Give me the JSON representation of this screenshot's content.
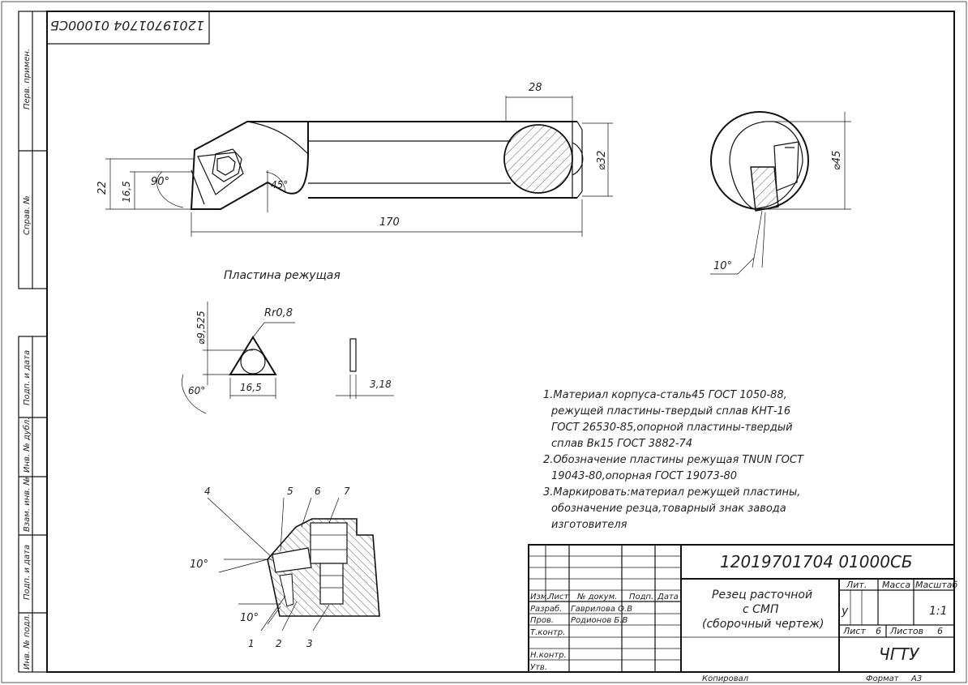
{
  "doc_code_rotated": "12019701704 01000СБ",
  "side_labels": {
    "perv_primen": "Перв. примен.",
    "sprav": "Справ. №",
    "podp_data_1": "Подп. и дата",
    "inv_dubl": "Инв. № дубл.",
    "vzam_inv": "Взам. инв. №",
    "podp_data_2": "Подп. и дата",
    "inv_podl": "Инв. № подл."
  },
  "main_view": {
    "dim_28": "28",
    "dim_d32": "⌀32",
    "dim_170": "170",
    "dim_22": "22",
    "dim_16_5": "16,5",
    "angle_90": "90°",
    "angle_45": "45°"
  },
  "end_view": {
    "dim_d45": "⌀45",
    "angle_10": "10°"
  },
  "insert": {
    "title": "Пластина режущая",
    "dim_d9525": "⌀9,525",
    "radius": "Rr0,8",
    "dim_16_5": "16,5",
    "angle_60": "60°",
    "dim_3_18": "3,18"
  },
  "section": {
    "callouts": [
      "1",
      "2",
      "3",
      "4",
      "5",
      "6",
      "7"
    ],
    "angle_top": "10°",
    "angle_bottom": "10°"
  },
  "notes": [
    "1.Материал корпуса-сталь45 ГОСТ 1050-88,",
    "режущей пластины-твердый сплав КНТ-16",
    "ГОСТ 26530-85,опорной пластины-твердый",
    "сплав Вк15 ГОСТ 3882-74",
    "2.Обозначение пластины режущая TNUN ГОСТ",
    "19043-80,опорная ГОСТ 19073-80",
    "3.Маркировать:материал режущей пластины,",
    "обозначение резца,товарный знак завода",
    "изготовителя"
  ],
  "title_block": {
    "doc_number": "12019701704 01000СБ",
    "name_1": "Резец расточной",
    "name_2": "с СМП",
    "name_3": "(сборочный чертеж)",
    "col_izm": "Изм.",
    "col_list": "Лист",
    "col_doc": "№ докум.",
    "col_podp": "Подп.",
    "col_data": "Дата",
    "row_razrab": "Разраб.",
    "row_prov": "Пров.",
    "row_tkontr": "Т.контр.",
    "row_nkontr": "Н.контр.",
    "row_utv": "Утв.",
    "razrab_name": "Гаврилова О.В",
    "prov_name": "Родионов Б.В",
    "lit": "Лит.",
    "massa": "Масса",
    "masshtab": "Масштаб",
    "lit_val": "у",
    "masshtab_val": "1:1",
    "list_label": "Лист",
    "list_val": "6",
    "listov_label": "Листов",
    "listov_val": "6",
    "org": "ЧГТУ",
    "kopiroval": "Копировал",
    "format_label": "Формат",
    "format_val": "А3"
  }
}
